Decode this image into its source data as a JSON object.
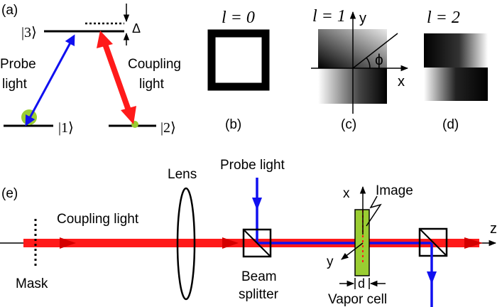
{
  "panels": {
    "a": "(a)",
    "b": "(b)",
    "c": "(c)",
    "d": "(d)",
    "e": "(e)"
  },
  "levels": {
    "state1": "|1⟩",
    "state2": "|2⟩",
    "state3": "|3⟩",
    "detuning": "Δ"
  },
  "labels": {
    "probe_line1": "Probe",
    "probe_line2": "light",
    "coupling_line1": "Coupling",
    "coupling_line2": "light"
  },
  "modes": {
    "l0": "l = 0",
    "l1": "l = 1",
    "l2": "l = 2",
    "axis_y": "y",
    "axis_x": "x",
    "phi": "ϕ"
  },
  "setup": {
    "lens": "Lens",
    "probe_light": "Probe light",
    "coupling_light": "Coupling light",
    "mask": "Mask",
    "beam": "Beam",
    "splitter": "splitter",
    "image": "Image",
    "x": "x",
    "y": "y",
    "z": "z",
    "d": "d",
    "vapor_cell": "Vapor cell"
  },
  "colors": {
    "probe": "#1010f0",
    "coupling": "#ff1a1a",
    "cell": "#9acd32",
    "dot": "#9acd32"
  }
}
